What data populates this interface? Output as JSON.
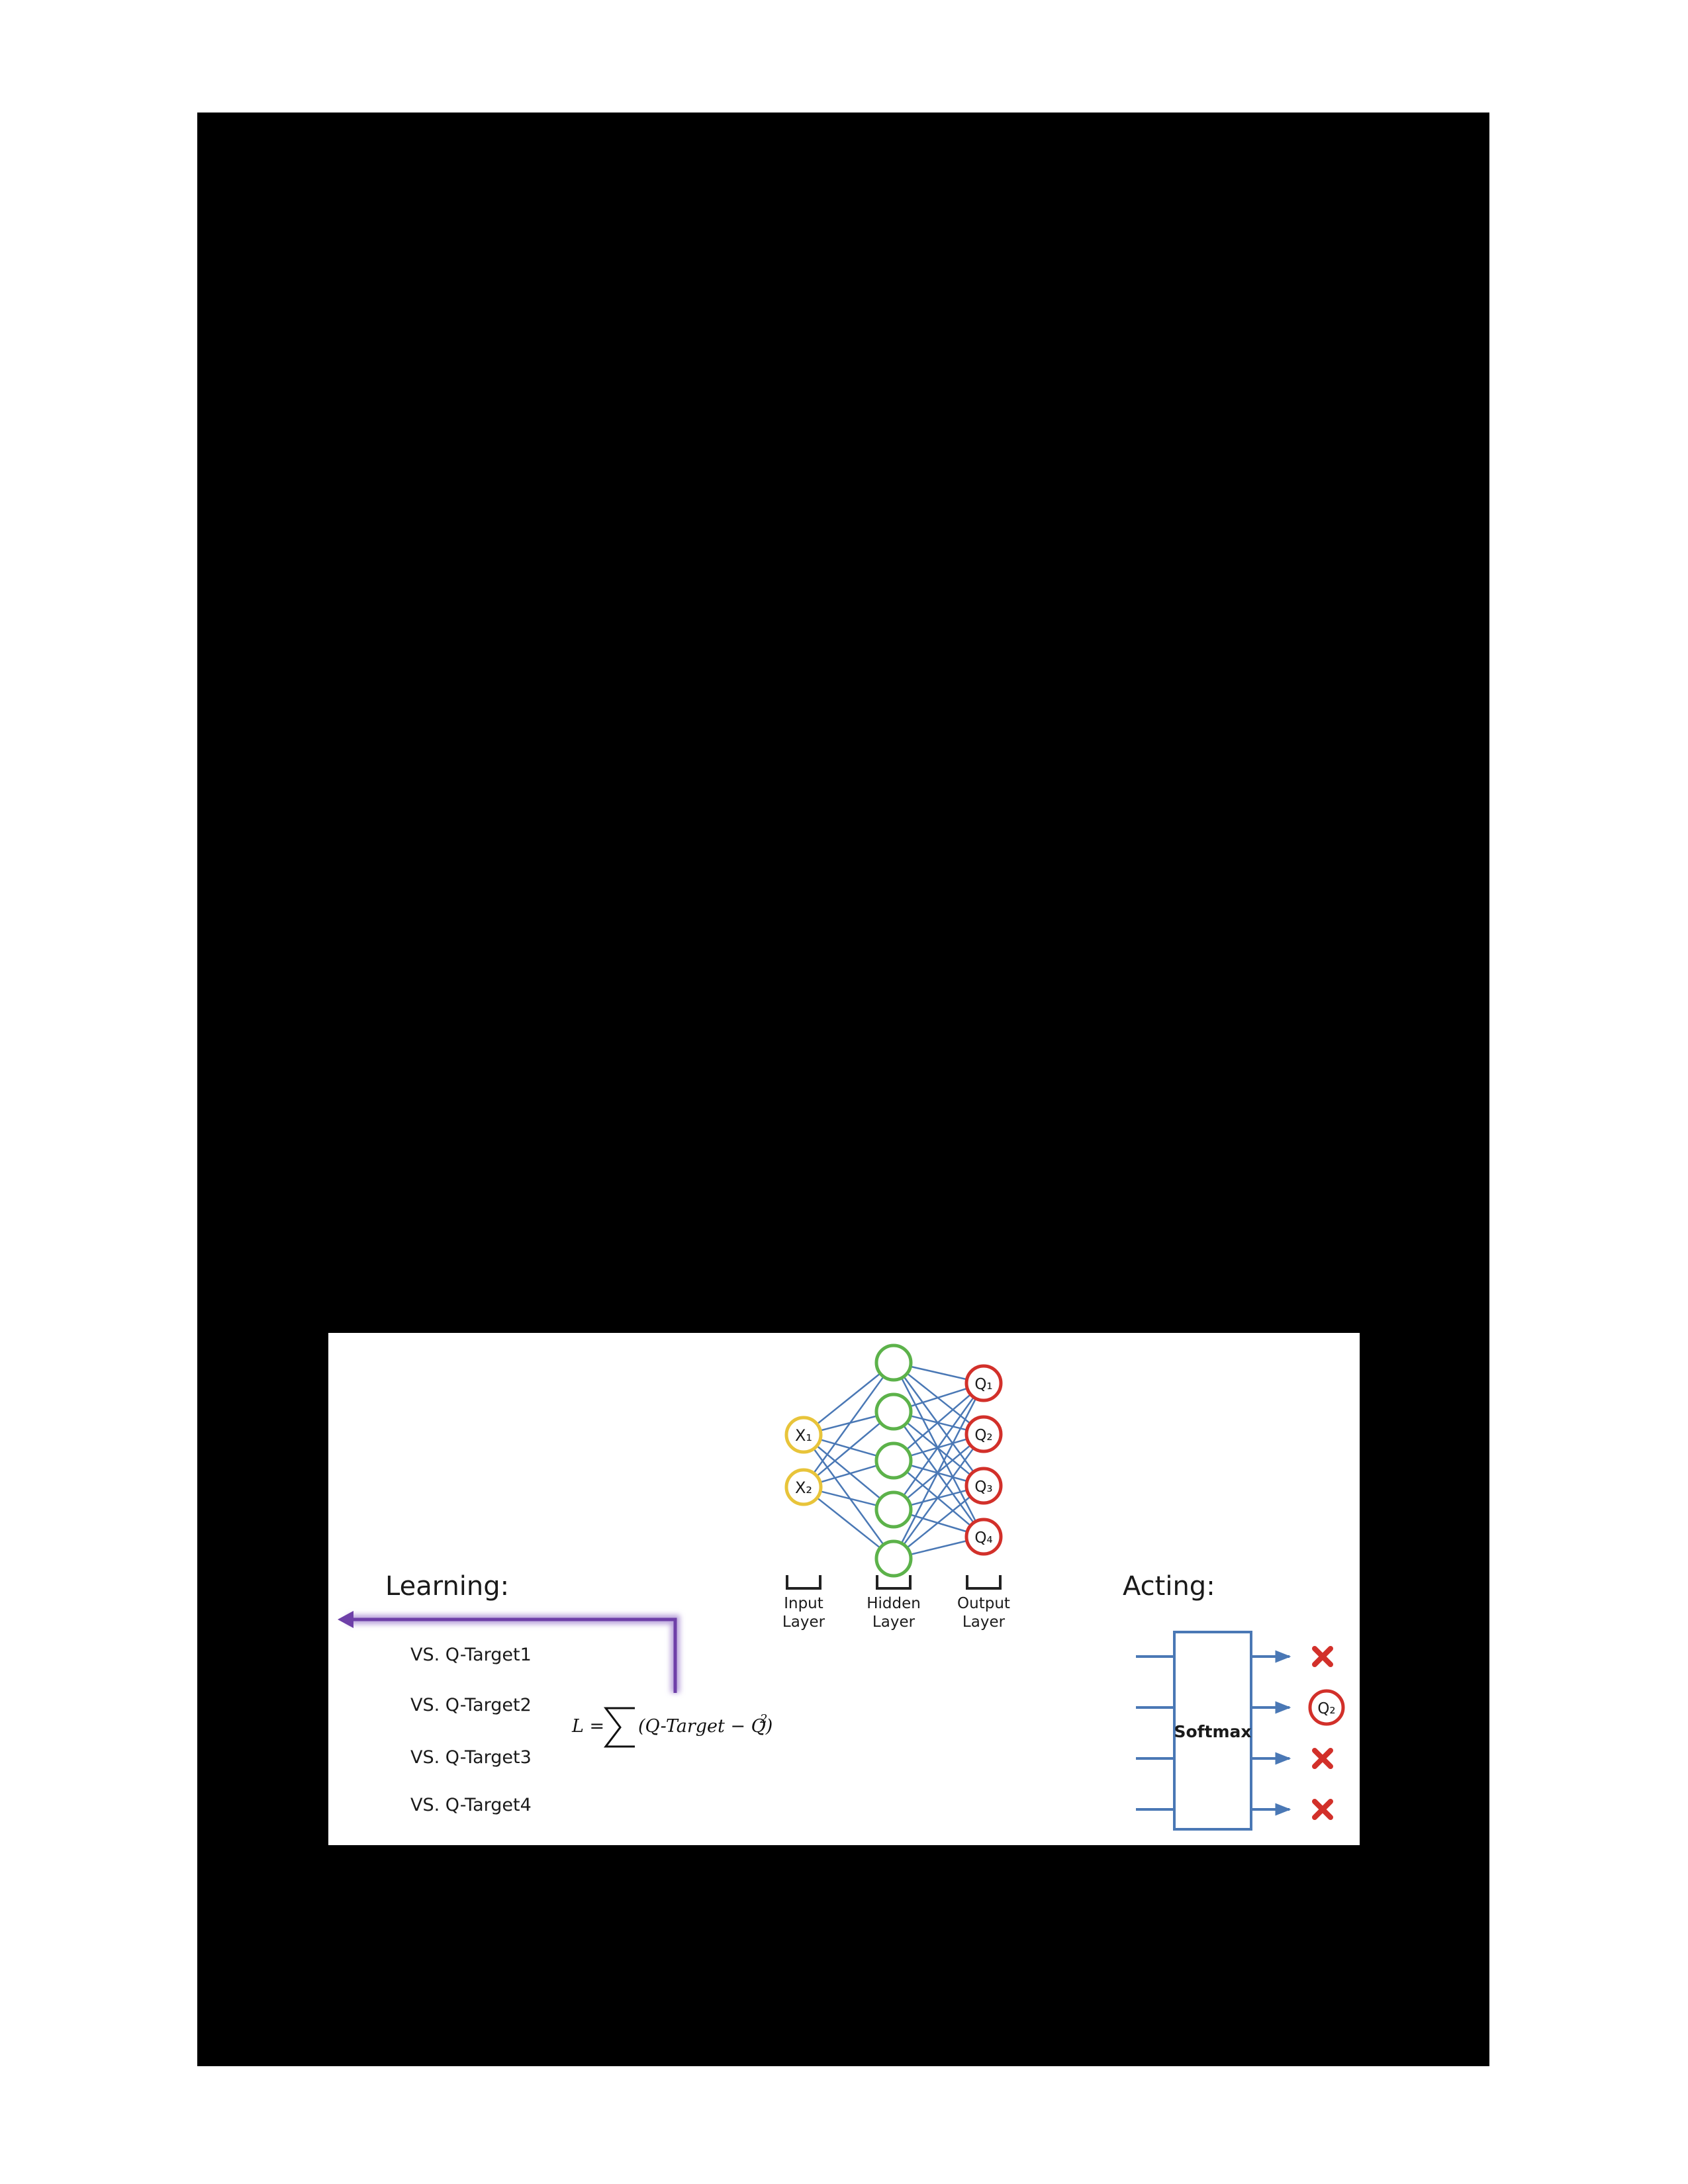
{
  "figure": {
    "nn": {
      "inputs": [
        "X₁",
        "X₂"
      ],
      "outputs": [
        "Q₁",
        "Q₂",
        "Q₃",
        "Q₄"
      ],
      "layer_labels": [
        {
          "line1": "Input",
          "line2": "Layer"
        },
        {
          "line1": "Hidden",
          "line2": "Layer"
        },
        {
          "line1": "Output",
          "line2": "Layer"
        }
      ],
      "hidden_count": 5,
      "colors": {
        "input": "#E8C43A",
        "hidden": "#5CB24A",
        "output": "#D2302A",
        "edge": "#4A78B5"
      }
    },
    "learning": {
      "title": "Learning:",
      "targets": [
        "VS. Q-Target1",
        "VS. Q-Target2",
        "VS. Q-Target3",
        "VS. Q-Target4"
      ],
      "formula": {
        "lhs": "L = ",
        "body": "(Q-Target  − Q)",
        "exp": "2"
      },
      "arrow_color": "#6E3FA8"
    },
    "acting": {
      "title": "Acting:",
      "box_label": "Softmax",
      "selected": "Q₂",
      "outcomes": [
        "x",
        "selected",
        "x",
        "x"
      ],
      "colors": {
        "line": "#4A78B5",
        "x": "#D2302A"
      }
    }
  }
}
